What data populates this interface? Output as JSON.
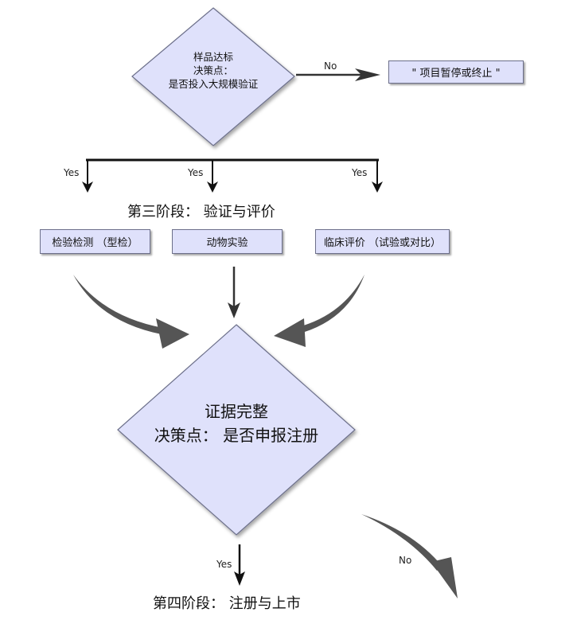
{
  "decision1": {
    "line1": "样品达标",
    "line2": "决策点：",
    "line3": "是否投入大规模验证"
  },
  "no_label_1": "No",
  "terminate_box": "\" 项目暂停或终止 \"",
  "yes_labels": [
    "Yes",
    "Yes",
    "Yes"
  ],
  "stage3_title": "第三阶段： 验证与评价",
  "stage3_boxes": [
    "检验检测 （型检）",
    "动物实验",
    "临床评价 （试验或对比）"
  ],
  "decision2": {
    "line1": "证据完整",
    "line2": "决策点： 是否申报注册"
  },
  "yes_label_2": "Yes",
  "no_label_2": "No",
  "stage4_title": "第四阶段： 注册与上市",
  "colors": {
    "node_fill": "#dfe1fb",
    "node_border": "#6c6f8a",
    "arrow_dark": "#222222",
    "arrow_gray": "#555555"
  }
}
